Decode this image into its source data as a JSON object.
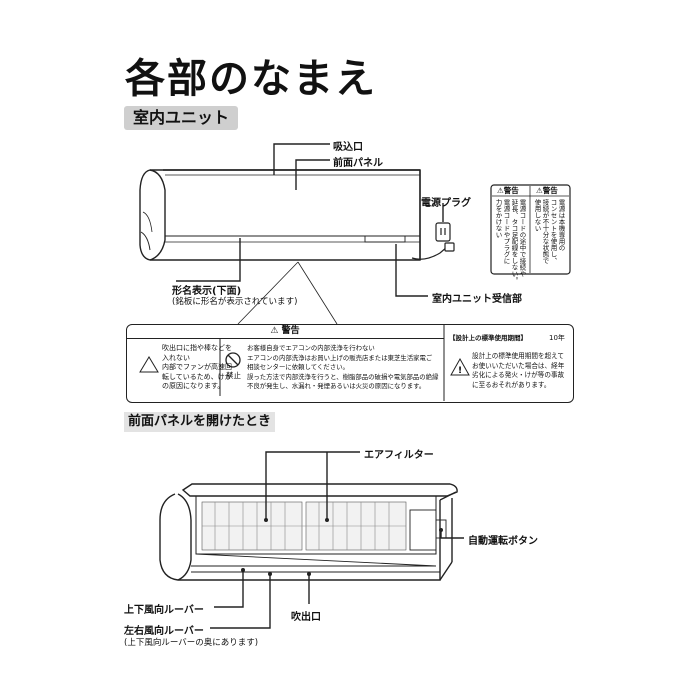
{
  "title": "各部のなまえ",
  "indoor_unit": {
    "section_label": "室内ユニット",
    "labels": {
      "air_inlet": "吸込口",
      "front_panel": "前面パネル",
      "power_plug": "電源プラグ",
      "model_display": "形名表示(下面)",
      "model_display_note": "(銘板に形名が表示されています)",
      "receiver": "室内ユニット受信部"
    },
    "plug_tag": {
      "heading_left": "警告",
      "heading_right": "警告",
      "text_left": "電源コードの途中で接続や\n延長、タコ足配線をしない。\n電源コードやプラグに\n力をかけない",
      "text_right": "電源は本機専用の\nコンセントを使用し、\n接続が不十分な状態で\n使用しない"
    }
  },
  "warning_box": {
    "heading": "警告",
    "item1": "吹出口に指や棒などを\n入れない\n内部でファンが高速回\n転しているため、けが\nの原因になります。",
    "prohibit_label": "禁止",
    "item2": "お客様自身でエアコンの内部洗浄を行わない\nエアコンの内部洗浄はお買い上げの販売店または東芝生活家電ご\n相談センターに依頼してください。\n誤った方法で内部洗浄を行うと、樹脂部品の破損や電気部品の絶縁\n不良が発生し、水漏れ・発煙あるいは火災の原因になります。",
    "period_heading": "【設計上の標準使用期間】",
    "period_value": "10年",
    "period_text": "設計上の標準使用期間を超えて\nお使いいただいた場合は、経年\n劣化による発火・けが等の事故\nに至るおそれがあります。"
  },
  "panel_open": {
    "section_label": "前面パネルを開けたとき",
    "labels": {
      "air_filter": "エアフィルター",
      "auto_button": "自動運転ボタン",
      "vertical_louver": "上下風向ルーバー",
      "outlet": "吹出口",
      "horizontal_louver": "左右風向ルーバー",
      "horizontal_louver_note": "(上下風向ルーバーの奥にあります)"
    }
  }
}
